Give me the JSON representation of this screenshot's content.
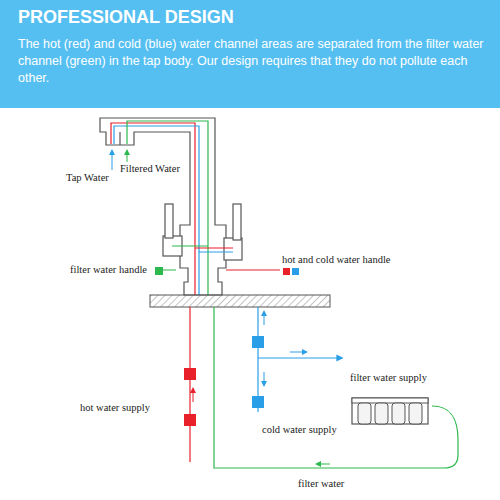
{
  "diagram": {
    "title": "PROFESSIONAL DESIGN",
    "nodes": [
      {
        "text": [
          "filter water supply"
        ]
      }
    ],
    "labels": [
      "The hot (red) and cold (blue) water channel areas are separated from the filter water channel (green) in the tap body. Our design requires that they do not pollute each other.",
      "Tap Water",
      "Filtered Water",
      "hot water supply",
      "cold water supply",
      "filter water"
    ],
    "legend": [
      {
        "text": "filter water handle",
        "color": "#2db84d"
      },
      {
        "text": "hot and cold water handle"
      }
    ]
  }
}
